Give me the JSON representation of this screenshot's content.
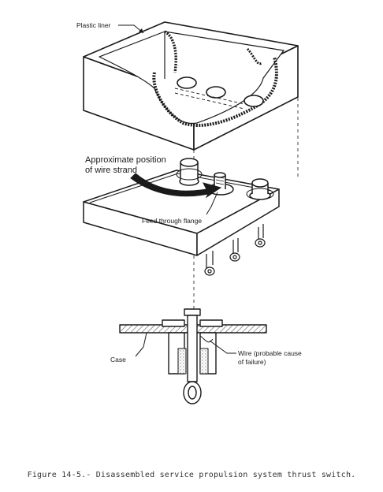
{
  "labels": {
    "plastic_liner": "Plastic liner",
    "approx_position_line1": "Approximate position",
    "approx_position_line2": "of wire strand",
    "feed_through_flange": "Feed through flange",
    "case": "Case",
    "wire_line1": "Wire (probable cause",
    "wire_line2": "of failure)"
  },
  "caption": "Figure 14-5.- Disassembled service propulsion system thrust switch.",
  "colors": {
    "ink": "#1a1a1a",
    "paper": "#ffffff",
    "stipple": "#bbbbbb",
    "hatch": "#555555"
  }
}
